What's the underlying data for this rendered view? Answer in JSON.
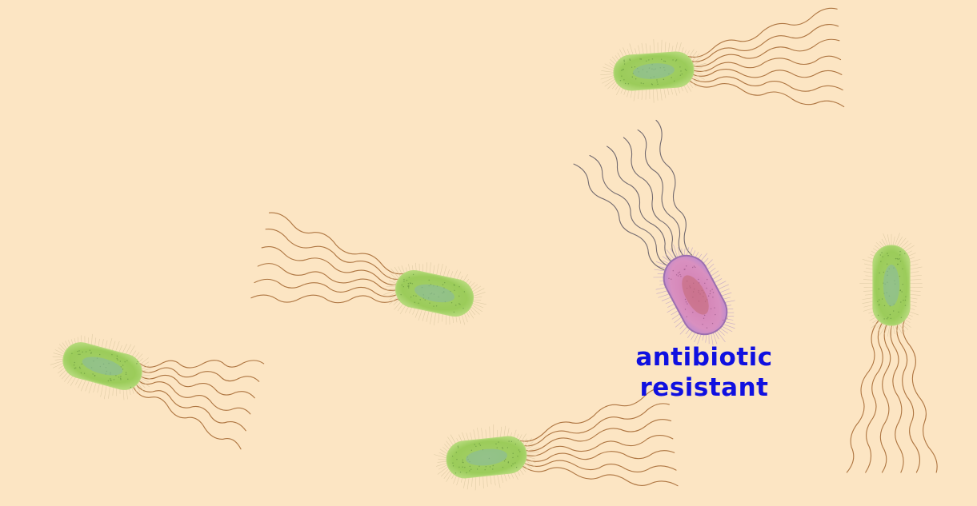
{
  "label": {
    "line1": "antibiotic",
    "line2": "resistant"
  },
  "colors": {
    "background": "#fce5c3",
    "label_text": "#1010e0",
    "normal_bacterium_body": "#9ccd5c",
    "normal_bacterium_edge": "#b6d97a",
    "normal_bacterium_core": "#86b8a4",
    "resistant_bacterium_body": "#d68ab8",
    "resistant_bacterium_edge": "#9b6fb0",
    "resistant_bacterium_core": "#c46a72",
    "flagellum_normal": "#a0622a",
    "flagellum_resistant": "#5a5560"
  },
  "bacteria": [
    {
      "kind": "normal"
    },
    {
      "kind": "normal"
    },
    {
      "kind": "normal"
    },
    {
      "kind": "normal"
    },
    {
      "kind": "normal"
    },
    {
      "kind": "resistant"
    }
  ]
}
